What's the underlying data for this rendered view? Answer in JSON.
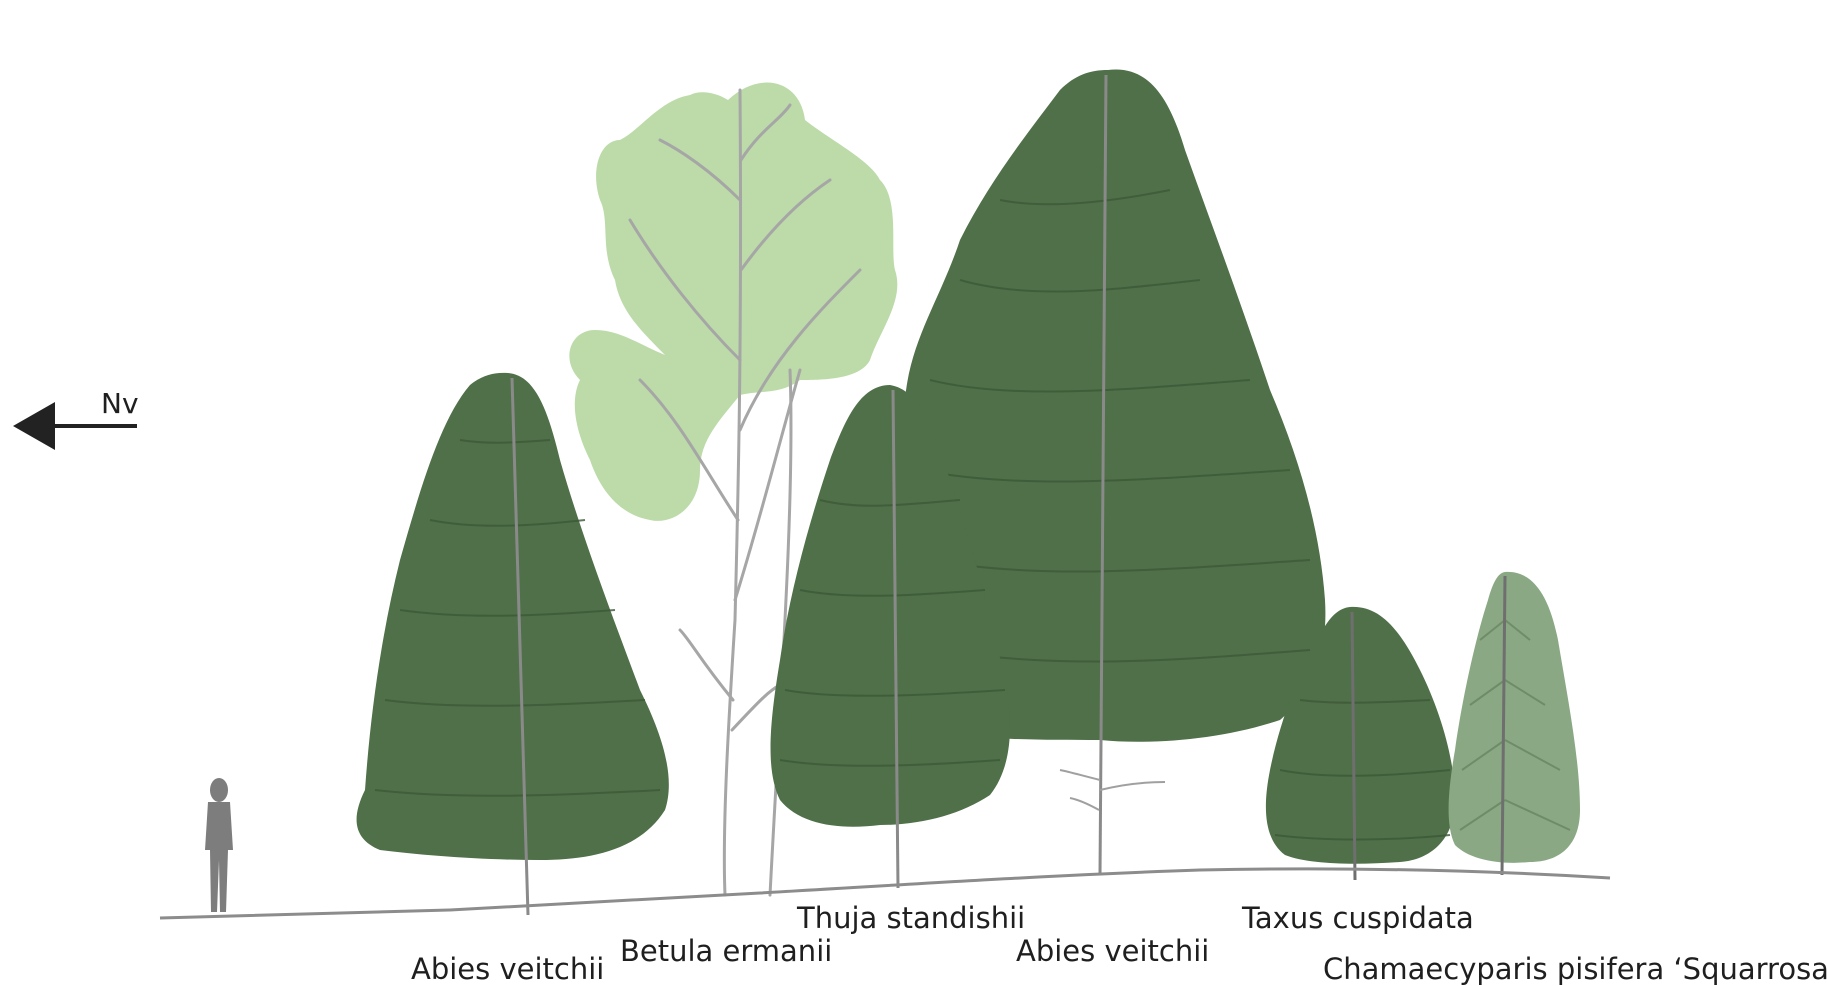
{
  "compass": {
    "label": "Nv",
    "direction": "west"
  },
  "trees": [
    {
      "id": "abies-1",
      "label": "Abies veitchii",
      "form": "conifer",
      "color": "#4f7048"
    },
    {
      "id": "betula",
      "label": "Betula ermanii",
      "form": "deciduous",
      "color": "#bcdba9"
    },
    {
      "id": "thuja",
      "label": "Thuja standishii",
      "form": "conifer",
      "color": "#4f7048"
    },
    {
      "id": "abies-2",
      "label": "Abies veitchii",
      "form": "conifer",
      "color": "#4f7048"
    },
    {
      "id": "taxus",
      "label": "Taxus cuspidata",
      "form": "shrub",
      "color": "#4f7048"
    },
    {
      "id": "chamaecyparis",
      "label": "Chamaecyparis pisifera ‘Squarrosa’",
      "form": "conifer",
      "color": "#8aa884"
    }
  ],
  "colors": {
    "conifer_dark": "#4f7048",
    "birch_light": "#bcdba9",
    "cypress_sage": "#8aa884",
    "trunk": "#9a9a9a",
    "ground": "#8c8c8c",
    "person": "#7d7d7d"
  }
}
